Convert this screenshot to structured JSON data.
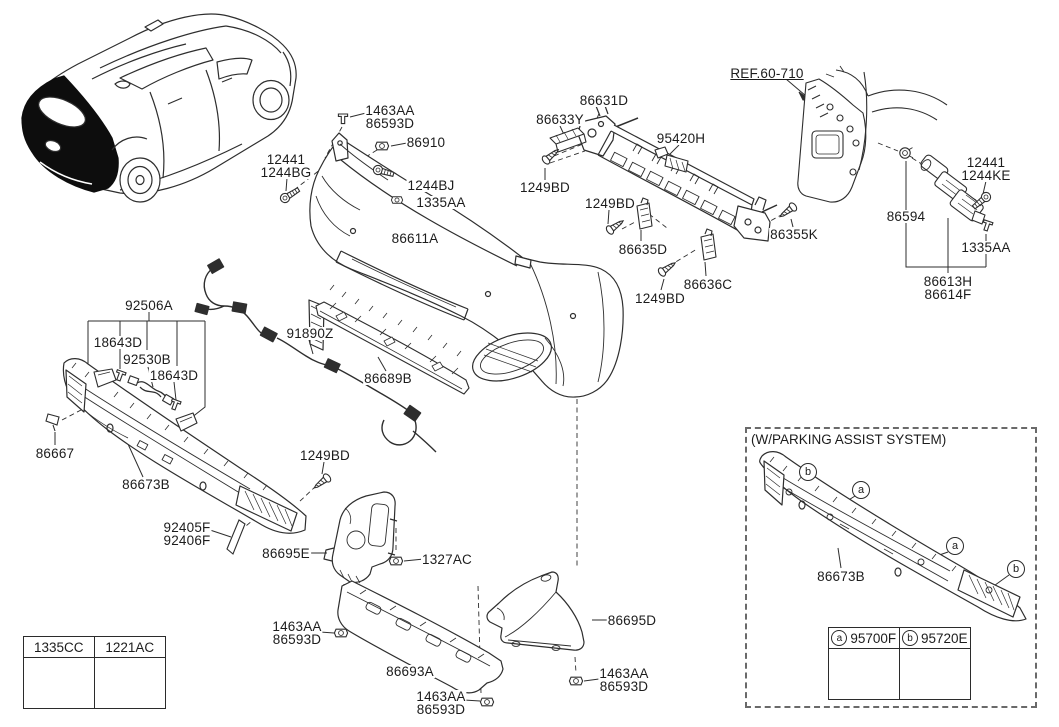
{
  "colors": {
    "line": "#2e2e2e",
    "text": "#1c1c1c",
    "background": "#ffffff",
    "solid_fill": "#0d0d0d"
  },
  "labels": [
    {
      "lines": [
        "1463AA",
        "86593D"
      ]
    },
    {
      "lines": [
        "86910"
      ]
    },
    {
      "lines": [
        "12441",
        "1244BG"
      ]
    },
    {
      "lines": [
        "1244BJ"
      ]
    },
    {
      "lines": [
        "1335AA"
      ]
    },
    {
      "lines": [
        "86611A"
      ]
    },
    {
      "lines": [
        "86631D"
      ]
    },
    {
      "lines": [
        "86633Y"
      ]
    },
    {
      "lines": [
        "95420H"
      ]
    },
    {
      "lines": [
        "1249BD"
      ]
    },
    {
      "lines": [
        "1249BD"
      ]
    },
    {
      "lines": [
        "86635D"
      ]
    },
    {
      "lines": [
        "86355K"
      ]
    },
    {
      "lines": [
        "86636C"
      ]
    },
    {
      "lines": [
        "1249BD"
      ]
    },
    {
      "lines": [
        "REF.60-710"
      ]
    },
    {
      "lines": [
        "12441",
        "1244KE"
      ]
    },
    {
      "lines": [
        "86594"
      ]
    },
    {
      "lines": [
        "1335AA"
      ]
    },
    {
      "lines": [
        "86613H",
        "86614F"
      ]
    },
    {
      "lines": [
        "92506A"
      ]
    },
    {
      "lines": [
        "18643D"
      ]
    },
    {
      "lines": [
        "92530B"
      ]
    },
    {
      "lines": [
        "18643D"
      ]
    },
    {
      "lines": [
        "91890Z"
      ]
    },
    {
      "lines": [
        "86689B"
      ]
    },
    {
      "lines": [
        "86667"
      ]
    },
    {
      "lines": [
        "86673B"
      ]
    },
    {
      "lines": [
        "1249BD"
      ]
    },
    {
      "lines": [
        "92405F",
        "92406F"
      ]
    },
    {
      "lines": [
        "86695E"
      ]
    },
    {
      "lines": [
        "1327AC"
      ]
    },
    {
      "lines": [
        "1463AA",
        "86593D"
      ]
    },
    {
      "lines": [
        "86693A"
      ]
    },
    {
      "lines": [
        "1463AA",
        "86593D"
      ]
    },
    {
      "lines": [
        "86695D"
      ]
    },
    {
      "lines": [
        "1463AA",
        "86593D"
      ]
    },
    {
      "lines": [
        "86673B"
      ]
    }
  ],
  "panel": {
    "title": "(W/PARKING ASSIST SYSTEM)",
    "markers": [
      {
        "letter": "b"
      },
      {
        "letter": "a"
      },
      {
        "letter": "a"
      },
      {
        "letter": "b"
      }
    ],
    "legend": [
      {
        "letter": "a",
        "part": "95700F",
        "icon": "parking-sensor-icon"
      },
      {
        "letter": "b",
        "part": "95720E",
        "icon": "parking-sensor-icon"
      }
    ]
  },
  "hardware_table": {
    "cells": [
      {
        "part": "1335CC",
        "icon": "clip-icon"
      },
      {
        "part": "1221AC",
        "icon": "screw-icon"
      }
    ]
  },
  "icons": [
    "bolt-icon",
    "screw-icon",
    "nut-icon",
    "clip-icon",
    "grommet-icon",
    "parking-sensor-icon"
  ]
}
